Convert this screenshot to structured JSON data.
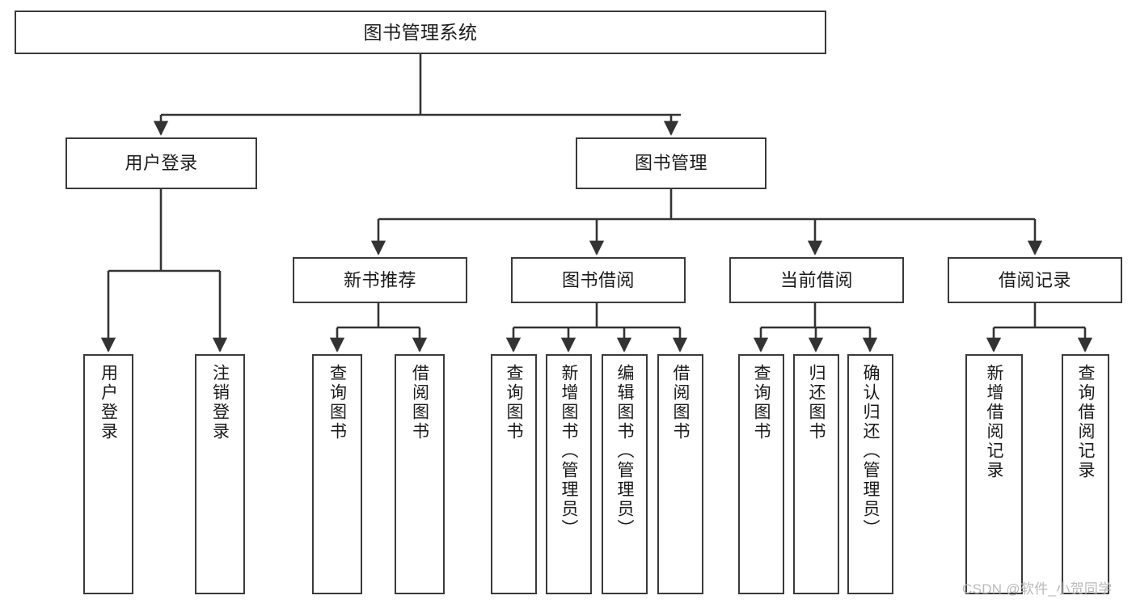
{
  "diagram": {
    "title": "图书管理系统",
    "type": "功能结构图",
    "style": {
      "box_border_color": "#3a3a3a",
      "box_fill_color": "#ffffff",
      "connector_color": "#333333",
      "background_color": "#ffffff",
      "watermark_color": "#b9b9b9"
    },
    "root": {
      "label": "图书管理系统"
    },
    "level2": [
      {
        "label": "用户登录"
      },
      {
        "label": "图书管理"
      }
    ],
    "level3": [
      {
        "label": "新书推荐"
      },
      {
        "label": "图书借阅"
      },
      {
        "label": "当前借阅"
      },
      {
        "label": "借阅记录"
      }
    ],
    "leaves": {
      "user_login": [
        {
          "label": "用户登录"
        },
        {
          "label": "注销登录"
        }
      ],
      "new_book_recommend": [
        {
          "label": "查询图书"
        },
        {
          "label": "借阅图书"
        }
      ],
      "book_borrow": [
        {
          "label": "查询图书"
        },
        {
          "label": "新增图书（管理员）"
        },
        {
          "label": "编辑图书（管理员）"
        },
        {
          "label": "借阅图书"
        }
      ],
      "current_borrow": [
        {
          "label": "查询图书"
        },
        {
          "label": "归还图书"
        },
        {
          "label": "确认归还（管理员）"
        }
      ],
      "borrow_record": [
        {
          "label": "新增借阅记录"
        },
        {
          "label": "查询借阅记录"
        }
      ]
    }
  },
  "watermark": {
    "text": "CSDN @软件_小贺同学"
  }
}
